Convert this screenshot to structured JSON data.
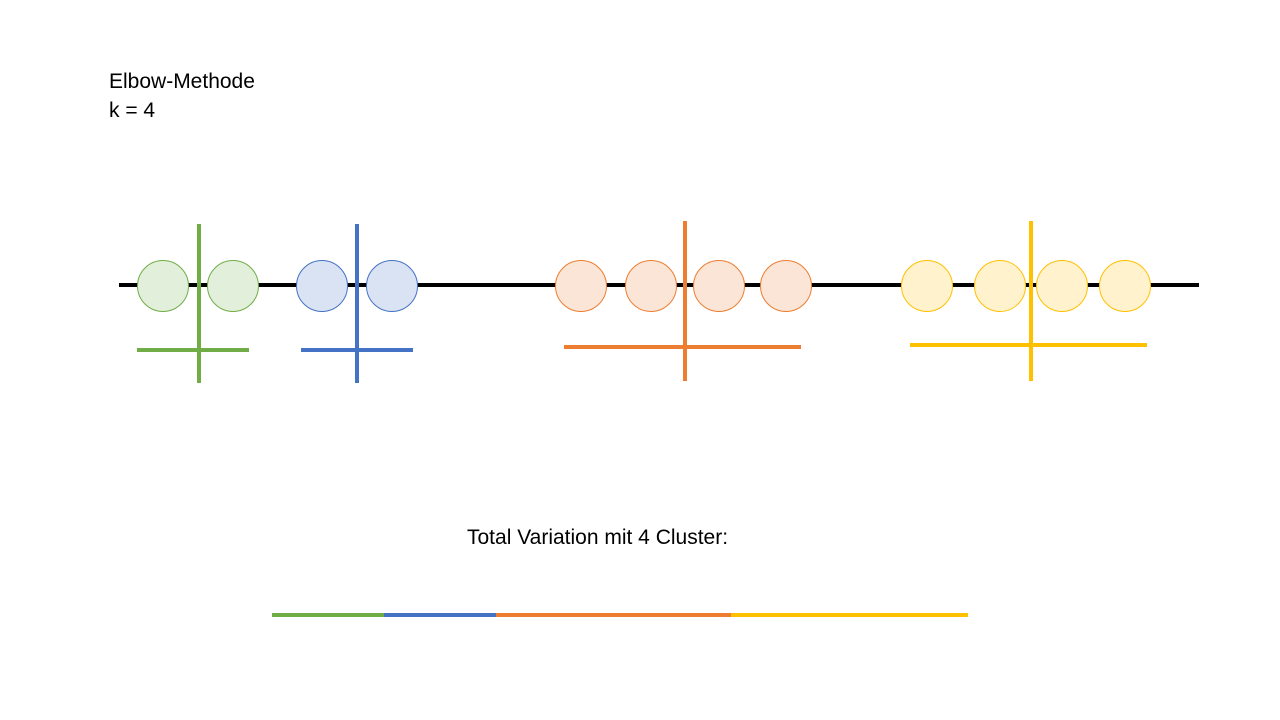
{
  "heading": {
    "method": "Elbow-Methode",
    "k_label": "k = 4"
  },
  "caption": "Total Variation mit 4 Cluster:",
  "clusters": [
    {
      "name": "green",
      "stroke": "#70AD47",
      "fill": "#E2EFDA",
      "points": 2
    },
    {
      "name": "blue",
      "stroke": "#4472C4",
      "fill": "#DAE3F3",
      "points": 2
    },
    {
      "name": "orange",
      "stroke": "#ED7D31",
      "fill": "#FBE5D6",
      "points": 4
    },
    {
      "name": "yellow",
      "stroke": "#FFC000",
      "fill": "#FFF2CC",
      "points": 4
    }
  ]
}
